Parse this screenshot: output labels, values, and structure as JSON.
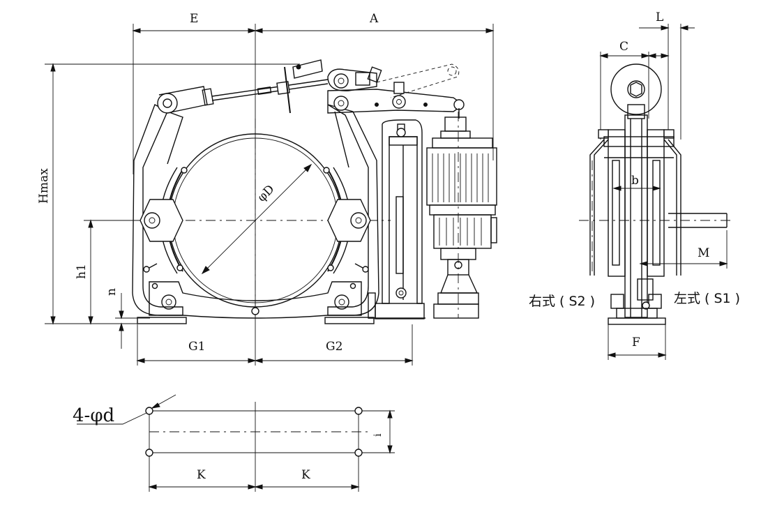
{
  "dimensions": {
    "E": "E",
    "A": "A",
    "L": "L",
    "C": "C",
    "Hmax": "Hmax",
    "h1": "h1",
    "n": "n",
    "G1": "G1",
    "G2": "G2",
    "phiD": "φD",
    "b": "b",
    "M": "M",
    "F": "F",
    "K_left": "K",
    "K_right": "K",
    "i": "i",
    "holes": "4-φd"
  },
  "labels": {
    "right_type": "右式 ( S2 )",
    "left_type": "左式 ( S1 )"
  }
}
